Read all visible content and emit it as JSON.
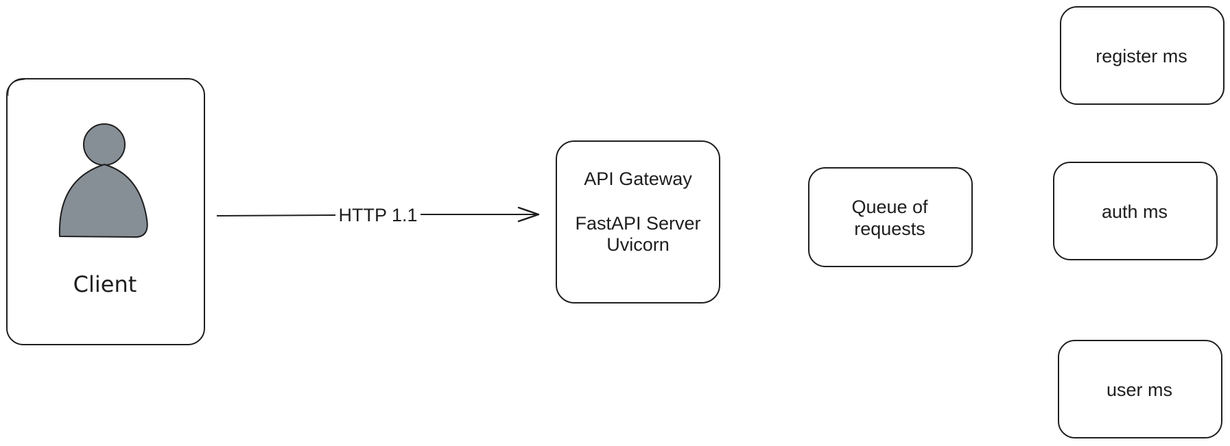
{
  "colors": {
    "stroke": "#1e1e1e",
    "person_fill": "#868e96",
    "background": "#ffffff"
  },
  "client": {
    "label": "Client",
    "icon": "person-icon"
  },
  "connector": {
    "label": "HTTP 1.1"
  },
  "gateway": {
    "line1": "API Gateway",
    "line2": "FastAPI Server",
    "line3": "Uvicorn"
  },
  "queue": {
    "line1": "Queue of",
    "line2": "requests"
  },
  "services": [
    {
      "label": "register ms"
    },
    {
      "label": "auth ms"
    },
    {
      "label": "user ms"
    }
  ]
}
